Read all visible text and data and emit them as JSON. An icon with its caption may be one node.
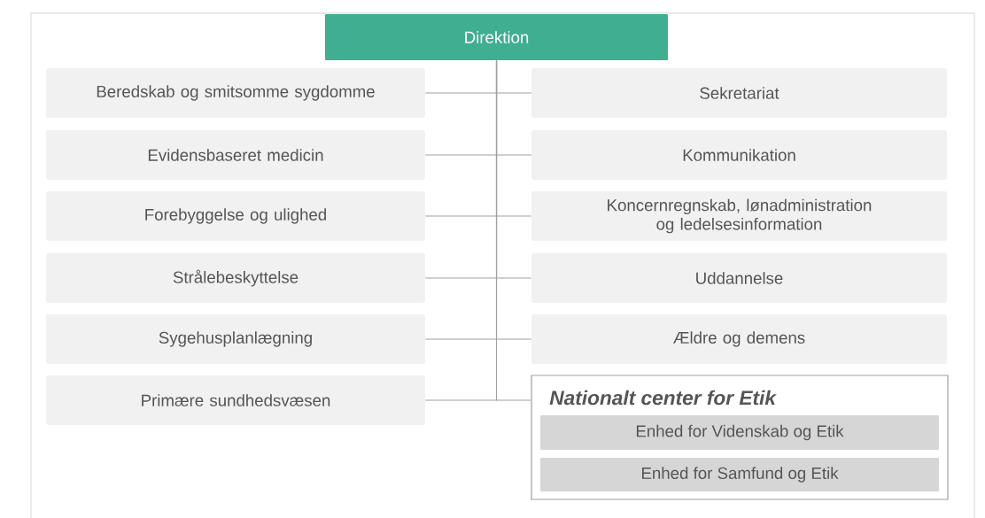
{
  "diagram": {
    "nodes": [
      {
        "text": [
          "Direktion"
        ]
      },
      {
        "text": [
          "Beredskab og smitsomme sygdomme"
        ]
      },
      {
        "text": [
          "Sekretariat"
        ]
      },
      {
        "text": [
          "Evidensbaseret medicin"
        ]
      },
      {
        "text": [
          "Kommunikation"
        ]
      },
      {
        "text": [
          "Forebyggelse og ulighed"
        ]
      },
      {
        "text": [
          "Koncernregnskab, lønadministration og ledelsesinformation"
        ]
      },
      {
        "text": [
          "Strålebeskyttelse"
        ]
      },
      {
        "text": [
          "Uddannelse"
        ]
      },
      {
        "text": [
          "Sygehusplanlægning"
        ]
      },
      {
        "text": [
          "Ældre og demens"
        ]
      },
      {
        "text": [
          "Primære sundhedsvæsen"
        ]
      },
      {
        "text": [
          "Nationalt center for Etik"
        ]
      },
      {
        "text": [
          "Enhed for Videnskab og Etik"
        ],
        "in": 12
      },
      {
        "text": [
          "Enhed for Samfund og Etik"
        ],
        "in": 12
      }
    ],
    "edges": [
      {
        "from": 0,
        "to": 1,
        "arrow": "none"
      },
      {
        "from": 0,
        "to": 2,
        "arrow": "none"
      },
      {
        "from": 0,
        "to": 3,
        "arrow": "none"
      },
      {
        "from": 0,
        "to": 4,
        "arrow": "none"
      },
      {
        "from": 0,
        "to": 5,
        "arrow": "none"
      },
      {
        "from": 0,
        "to": 6,
        "arrow": "none"
      },
      {
        "from": 0,
        "to": 7,
        "arrow": "none"
      },
      {
        "from": 0,
        "to": 8,
        "arrow": "none"
      },
      {
        "from": 0,
        "to": 9,
        "arrow": "none"
      },
      {
        "from": 0,
        "to": 10,
        "arrow": "none"
      },
      {
        "from": 0,
        "to": 11,
        "arrow": "none"
      },
      {
        "from": 0,
        "to": 12,
        "arrow": "none"
      }
    ]
  }
}
